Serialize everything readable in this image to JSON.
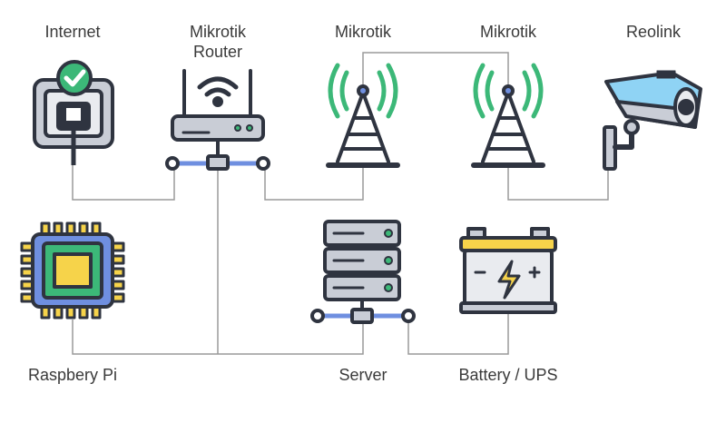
{
  "nodes": [
    {
      "id": "internet",
      "label": "Internet",
      "icon": "internet-port-icon"
    },
    {
      "id": "router",
      "label": "Mikrotik\nRouter",
      "icon": "wifi-router-icon"
    },
    {
      "id": "tower1",
      "label": "Mikrotik",
      "icon": "antenna-tower-icon"
    },
    {
      "id": "tower2",
      "label": "Mikrotik",
      "icon": "antenna-tower-icon"
    },
    {
      "id": "camera",
      "label": "Reolink",
      "icon": "security-camera-icon"
    },
    {
      "id": "rpi",
      "label": "Raspbery Pi",
      "icon": "cpu-chip-icon"
    },
    {
      "id": "server",
      "label": "Server",
      "icon": "server-rack-icon"
    },
    {
      "id": "battery",
      "label": "Battery / UPS",
      "icon": "battery-icon"
    }
  ],
  "colors": {
    "outline": "#2f3440",
    "line": "#9a9a9a",
    "green": "#3cb878",
    "blue": "#6f8fe0",
    "gray": "#c9cdd6",
    "yellow": "#f6d34a",
    "light_blue": "#8fd3f4"
  }
}
